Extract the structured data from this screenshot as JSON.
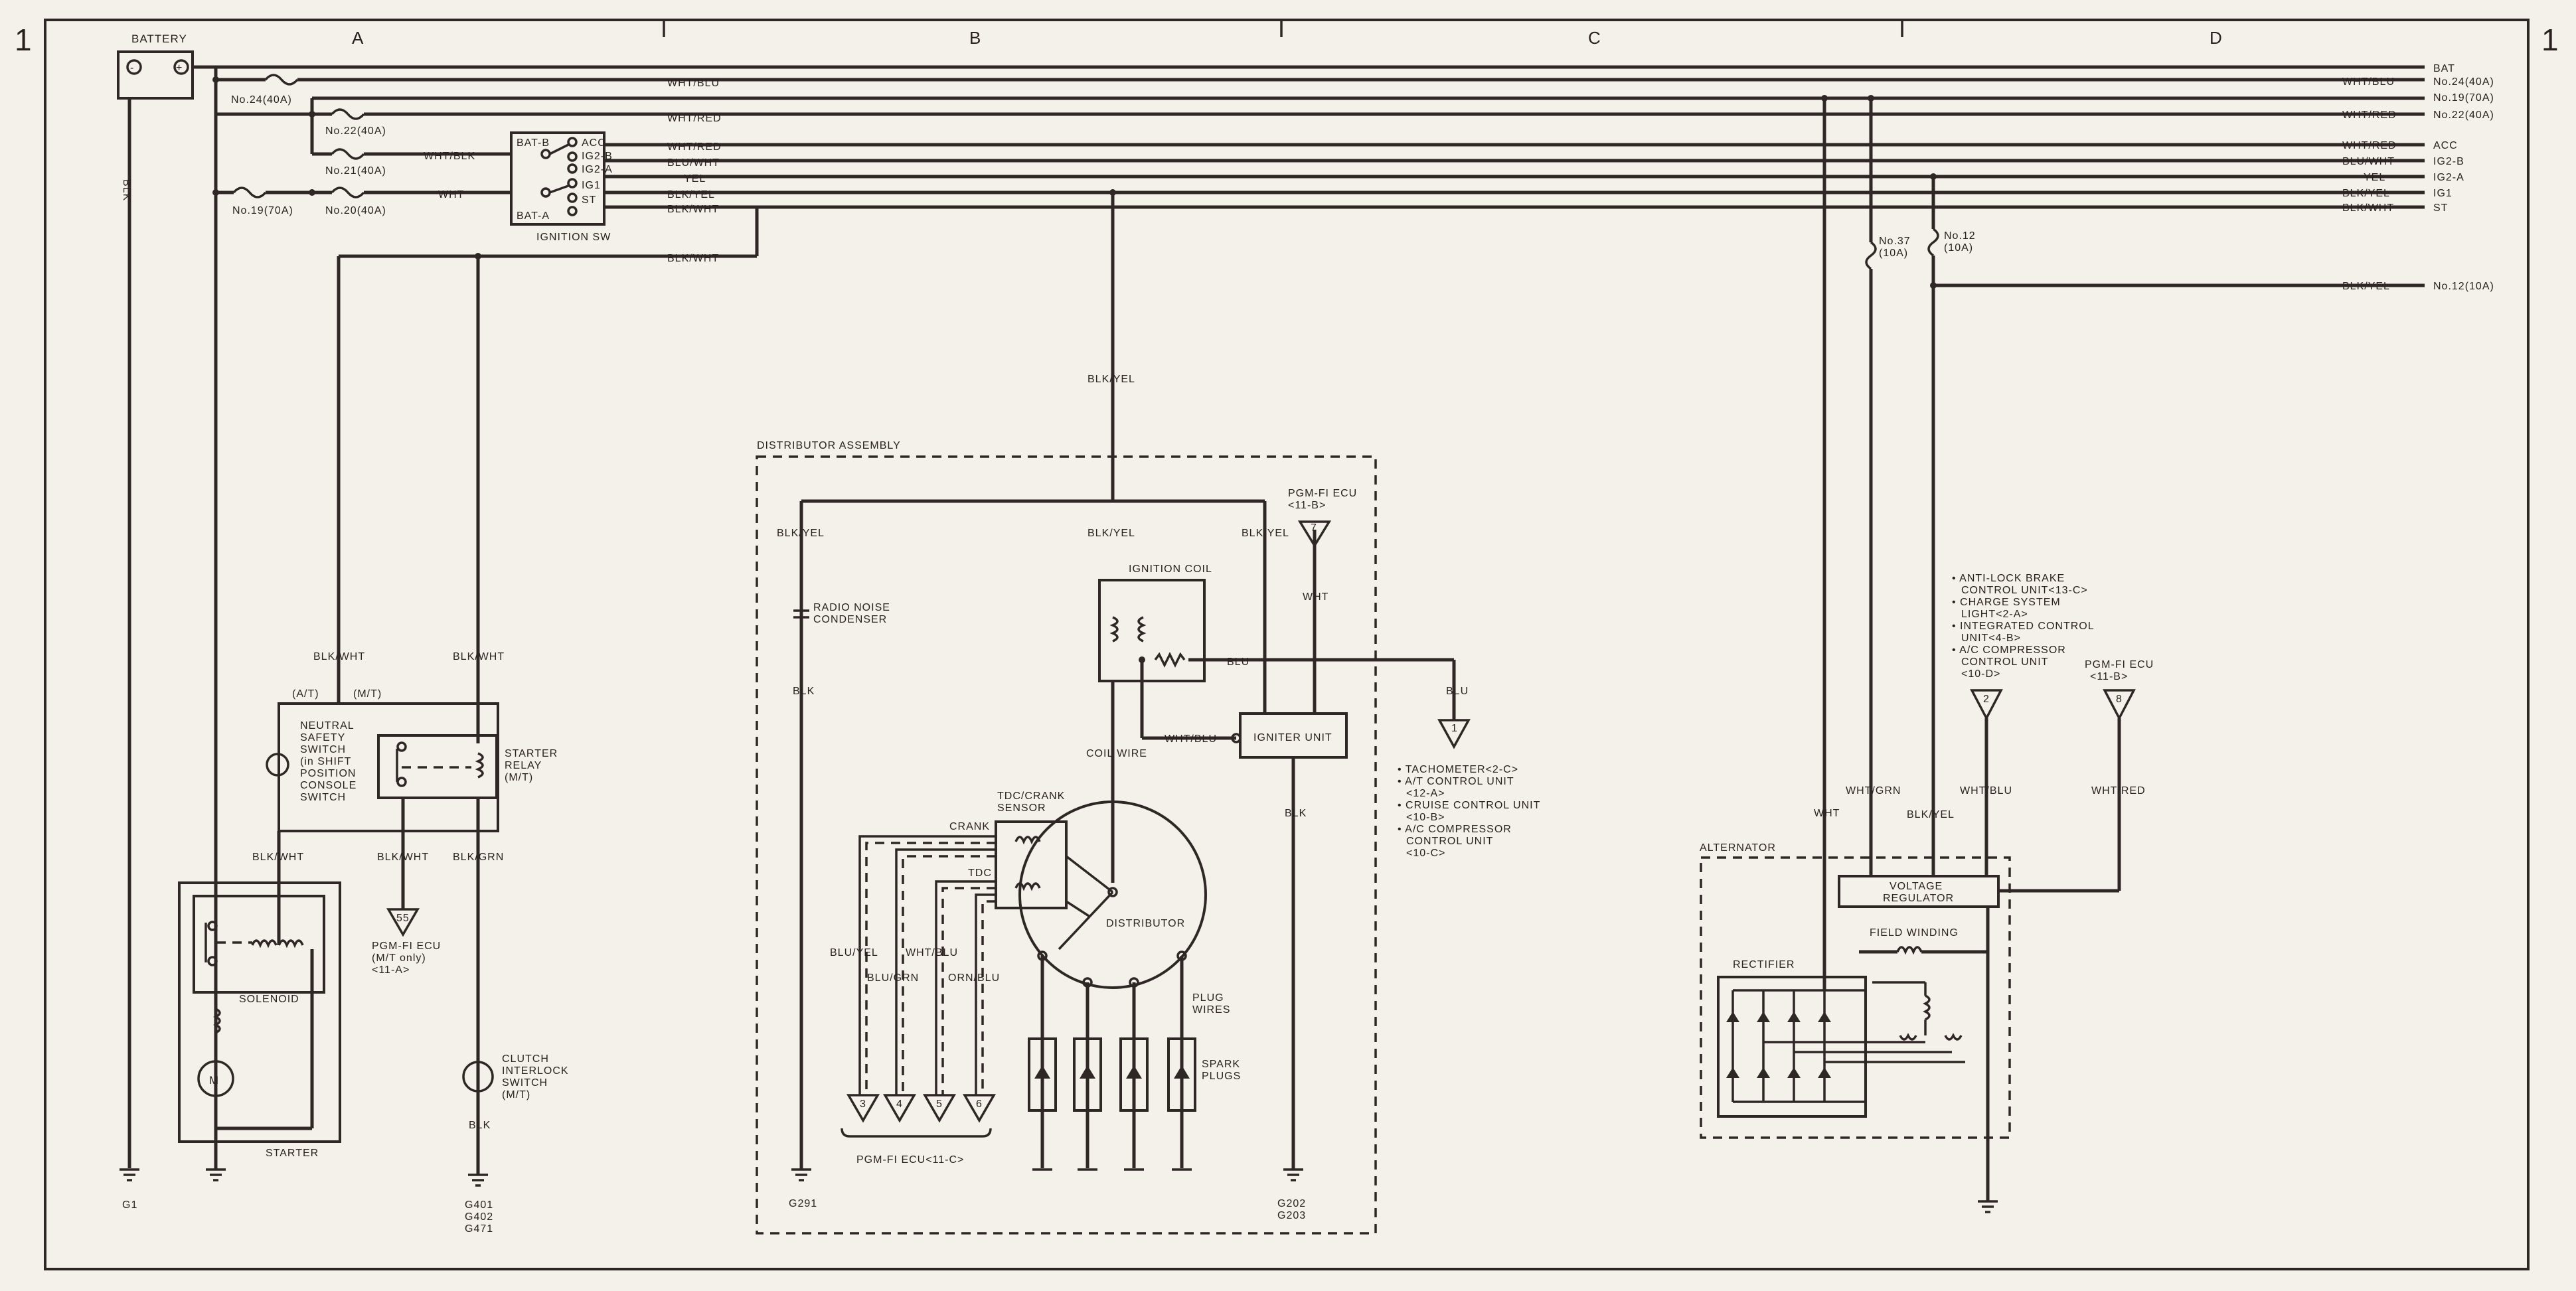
{
  "sheet": {
    "row_left": "1",
    "row_right": "1",
    "zones": [
      "A",
      "B",
      "C",
      "D"
    ]
  },
  "battery": {
    "label": "BATTERY",
    "minus": "-",
    "plus": "+"
  },
  "fuses": {
    "f24": "No.24(40A)",
    "f22": "No.22(40A)",
    "f21": "No.21(40A)",
    "f19": "No.19(70A)",
    "f20": "No.20(40A)",
    "f37": "No.37\n(10A)",
    "f12": "No.12\n(10A)"
  },
  "wires": {
    "blk": "BLK",
    "wht": "WHT",
    "wht_blk": "WHT/BLK",
    "wht_blu": "WHT/BLU",
    "wht_red": "WHT/RED",
    "blu_wht": "BLU/WHT",
    "yel": "YEL",
    "blk_yel": "BLK/YEL",
    "blk_wht": "BLK/WHT",
    "blk_grn": "BLK/GRN",
    "blu": "BLU",
    "blu_yel": "BLU/YEL",
    "blu_grn": "BLU/GRN",
    "orn_blu": "ORN/BLU",
    "wht_grn": "WHT/GRN"
  },
  "ignition_switch": {
    "label": "IGNITION  SW",
    "terminals": [
      "BAT-B",
      "ACC",
      "IG2-B",
      "IG2-A",
      "IG1",
      "ST",
      "BAT-A"
    ]
  },
  "right_terminals": [
    {
      "wire": "",
      "name": "BAT"
    },
    {
      "wire": "WHT/BLU",
      "name": "No.24(40A)"
    },
    {
      "wire": "",
      "name": "No.19(70A)"
    },
    {
      "wire": "WHT/RED",
      "name": "No.22(40A)"
    },
    {
      "wire": "WHT/RED",
      "name": "ACC"
    },
    {
      "wire": "BLU/WHT",
      "name": "IG2-B"
    },
    {
      "wire": "YEL",
      "name": "IG2-A"
    },
    {
      "wire": "BLK/YEL",
      "name": "IG1"
    },
    {
      "wire": "BLK/WHT",
      "name": "ST"
    },
    {
      "wire": "BLK/YEL",
      "name": "No.12(10A)"
    }
  ],
  "starter_side": {
    "at": "(A/T)",
    "mt": "(M/T)",
    "neutral_switch": "NEUTRAL\nSAFETY\nSWITCH\n(in SHIFT\nPOSITION\nCONSOLE\nSWITCH",
    "starter_relay": "STARTER\nRELAY\n(M/T)",
    "solenoid": "SOLENOID",
    "starter": "STARTER",
    "motor": "M",
    "pgm_ecu_55": "55",
    "pgm_ecu_note": "PGM-FI ECU\n(M/T only)\n<11-A>",
    "clutch": "CLUTCH\nINTERLOCK\nSWITCH\n(M/T)",
    "g1": "G1",
    "g401": "G401\nG402\nG471"
  },
  "distributor": {
    "assembly": "DISTRIBUTOR ASSEMBLY",
    "condenser": "RADIO NOISE\nCONDENSER",
    "ignition_coil": "IGNITION COIL",
    "pgm_ecu_top": "PGM-FI ECU\n<11-B>",
    "pin7": "7",
    "igniter": "IGNITER UNIT",
    "coil_wire": "COIL WIRE",
    "tdc_crank": "TDC/CRANK\nSENSOR",
    "crank": "CRANK",
    "tdc": "TDC",
    "distributor": "DISTRIBUTOR",
    "plug_wires": "PLUG\nWIRES",
    "spark_plugs": "SPARK\nPLUGS",
    "ecu_pins": [
      "3",
      "4",
      "5",
      "6"
    ],
    "ecu_bottom": "PGM-FI ECU<11-C>",
    "pin1": "1",
    "tach_notes": "• TACHOMETER<2-C>\n• A/T CONTROL UNIT\n  <12-A>\n• CRUISE CONTROL UNIT\n  <10-B>\n• A/C COMPRESSOR\n  CONTROL UNIT\n  <10-C>",
    "g291": "G291",
    "g202": "G202\nG203"
  },
  "alternator": {
    "notes": "• ANTI-LOCK BRAKE\n  CONTROL UNIT<13-C>\n• CHARGE SYSTEM\n  LIGHT<2-A>\n• INTEGRATED CONTROL\n  UNIT<4-B>\n• A/C COMPRESSOR\n  CONTROL UNIT\n  <10-D>",
    "pin2": "2",
    "pgm_ecu": "PGM-FI ECU\n<11-B>",
    "pin8": "8",
    "label": "ALTERNATOR",
    "regulator": "VOLTAGE\nREGULATOR",
    "field": "FIELD WINDING",
    "rectifier": "RECTIFIER"
  }
}
